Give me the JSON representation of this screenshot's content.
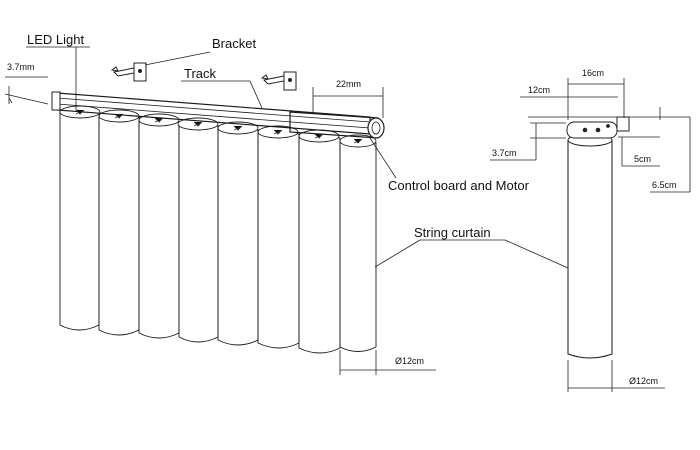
{
  "labels": {
    "led_light": "LED Light",
    "bracket": "Bracket",
    "track": "Track",
    "control": "Control board and Motor",
    "string_curtain": "String curtain"
  },
  "dims": {
    "d_3_7mm": "3.7mm",
    "d_22mm": "22mm",
    "d_12cm_front": "Ø12cm",
    "d_16cm": "16cm",
    "d_12cm_side": "12cm",
    "d_3_7cm": "3.7cm",
    "d_5cm": "5cm",
    "d_6_5cm": "6.5cm",
    "d_12cm_bottom": "Ø12cm"
  }
}
